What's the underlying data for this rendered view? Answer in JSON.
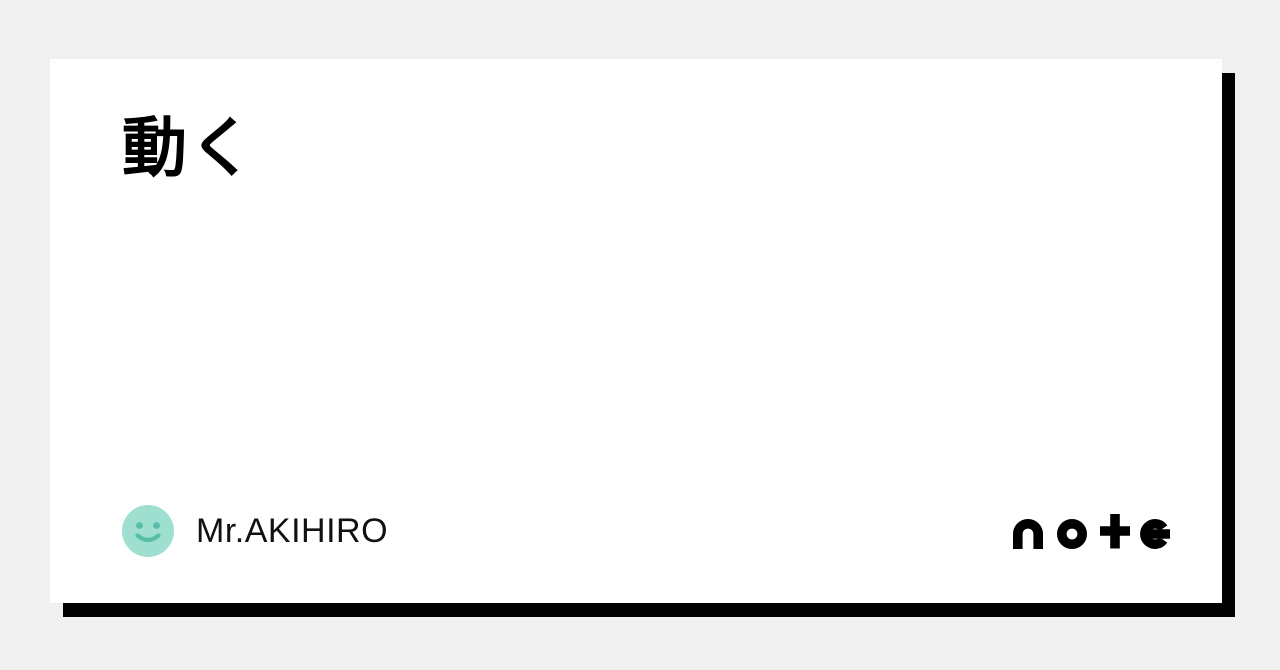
{
  "page": {
    "background_color": "#f0f0f0",
    "card_background": "#ffffff",
    "card_shadow_color": "#000000"
  },
  "article": {
    "title": "動く"
  },
  "author": {
    "name": "Mr.AKIHIRO",
    "avatar_icon": "smiley-face",
    "avatar_background": "#9fdfd0",
    "avatar_feature_color": "#57bfa9"
  },
  "brand": {
    "logo_text": "note",
    "logo_color": "#000000"
  }
}
